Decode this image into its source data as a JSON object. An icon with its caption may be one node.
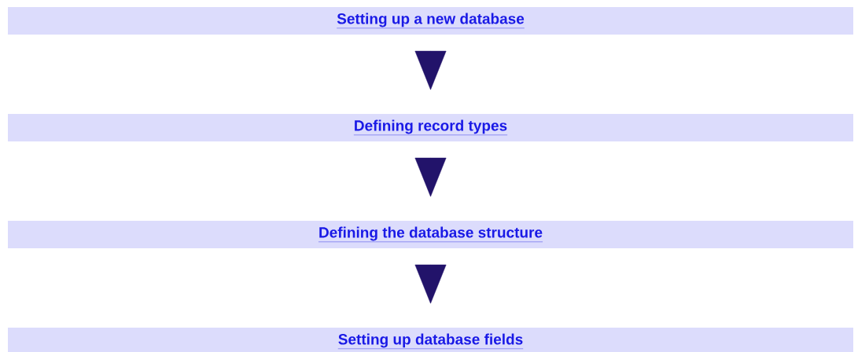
{
  "diagram": {
    "nodes": [
      {
        "text": [
          "Setting up a new database"
        ]
      },
      {
        "text": [
          "Defining record types"
        ]
      },
      {
        "text": [
          "Defining the database structure"
        ]
      },
      {
        "text": [
          "Setting up database fields"
        ]
      }
    ],
    "edges": [
      {
        "from": 0,
        "to": 1,
        "arrow": "to"
      },
      {
        "from": 1,
        "to": 2,
        "arrow": "to"
      },
      {
        "from": 2,
        "to": 3,
        "arrow": "to"
      }
    ]
  }
}
